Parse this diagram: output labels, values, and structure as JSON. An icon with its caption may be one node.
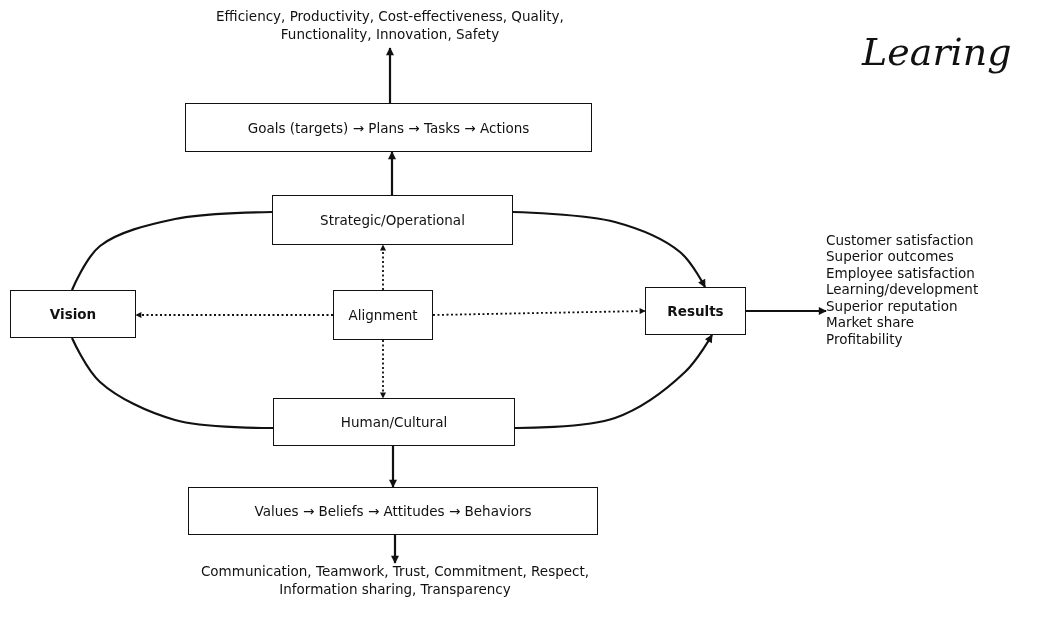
{
  "diagram": {
    "nodes": [
      {
        "text": [
          "Efficiency, Productivity, Cost-effectiveness, Quality, Functionality, Innovation, Safety"
        ]
      },
      {
        "text": [
          "Goals (targets) → Plans → Tasks → Actions"
        ]
      },
      {
        "text": [
          "Strategic/Operational"
        ]
      },
      {
        "text": [
          "Vision"
        ]
      },
      {
        "text": [
          "Alignment"
        ]
      },
      {
        "text": [
          "Results"
        ]
      },
      {
        "text": [
          "Customer satisfaction",
          "Superior outcomes",
          "Employee satisfaction",
          "Learning/development",
          "Superior reputation",
          "Market share",
          "Profitability"
        ]
      },
      {
        "text": [
          "Human/Cultural"
        ]
      },
      {
        "text": [
          "Values → Beliefs → Attitudes → Behaviors"
        ]
      },
      {
        "text": [
          "Communication, Teamwork, Trust, Commitment, Respect, Information sharing, Transparency"
        ]
      }
    ],
    "edges": [
      {
        "from": 1,
        "to": 0,
        "arrow": "to"
      },
      {
        "from": 2,
        "to": 1,
        "arrow": "to"
      },
      {
        "from": 4,
        "to": 2,
        "arrow": "to",
        "style": "dashed"
      },
      {
        "from": 4,
        "to": 3,
        "arrow": "to",
        "style": "dashed"
      },
      {
        "from": 4,
        "to": 5,
        "arrow": "to",
        "style": "dashed"
      },
      {
        "from": 4,
        "to": 7,
        "arrow": "to",
        "style": "dashed"
      },
      {
        "from": 3,
        "to": 2,
        "arrow": "none"
      },
      {
        "from": 2,
        "to": 5,
        "arrow": "to"
      },
      {
        "from": 3,
        "to": 7,
        "arrow": "none"
      },
      {
        "from": 7,
        "to": 5,
        "arrow": "to"
      },
      {
        "from": 5,
        "to": 6,
        "arrow": "to"
      },
      {
        "from": 7,
        "to": 8,
        "arrow": "to"
      },
      {
        "from": 8,
        "to": 9,
        "arrow": "to"
      }
    ],
    "labels": [
      "Learing"
    ]
  }
}
